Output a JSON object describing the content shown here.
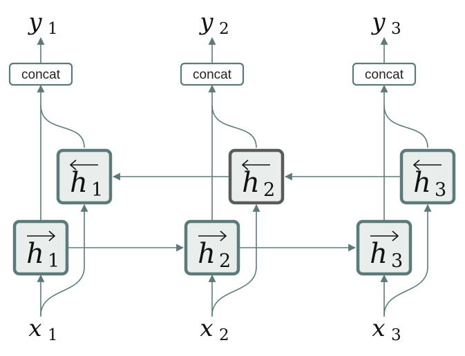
{
  "colors": {
    "line": "#5b7b7a",
    "fill": "#e9edec",
    "box_stroke": "#5b7b7a",
    "highlight_stroke": "#5a5a5a",
    "text": "#111111"
  },
  "columns": [
    {
      "output": {
        "base": "y",
        "sub": "1"
      },
      "concat_label": "concat",
      "backward": {
        "base": "h",
        "sub": "1",
        "arrow": "left",
        "highlighted": false
      },
      "forward": {
        "base": "h",
        "sub": "1",
        "arrow": "right",
        "highlighted": false
      },
      "input": {
        "base": "x",
        "sub": "1"
      }
    },
    {
      "output": {
        "base": "y",
        "sub": "2"
      },
      "concat_label": "concat",
      "backward": {
        "base": "h",
        "sub": "2",
        "arrow": "left",
        "highlighted": true
      },
      "forward": {
        "base": "h",
        "sub": "2",
        "arrow": "right",
        "highlighted": false
      },
      "input": {
        "base": "x",
        "sub": "2"
      }
    },
    {
      "output": {
        "base": "y",
        "sub": "3"
      },
      "concat_label": "concat",
      "backward": {
        "base": "h",
        "sub": "3",
        "arrow": "left",
        "highlighted": false
      },
      "forward": {
        "base": "h",
        "sub": "3",
        "arrow": "right",
        "highlighted": false
      },
      "input": {
        "base": "x",
        "sub": "3"
      }
    }
  ]
}
